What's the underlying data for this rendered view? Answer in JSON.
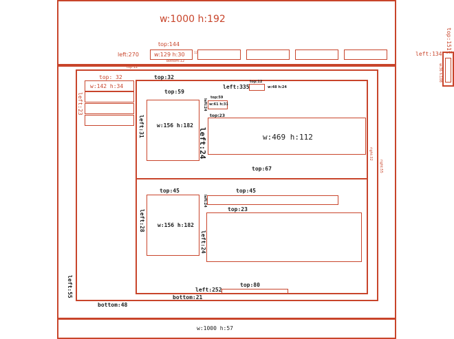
{
  "header": {
    "size": "w:1000     h:192",
    "top": "top:144",
    "left": "left:270",
    "button": "w:129  h:30",
    "bottom": "bottom:12",
    "gap": "12"
  },
  "outer": {
    "top": "top:12",
    "left": "left:55",
    "bottom": "bottom:48",
    "right": "right:55"
  },
  "nav": {
    "top": "top: 32",
    "size": "w:142  h:34",
    "left": "left:23"
  },
  "main": {
    "top": "top:32",
    "bottom": "bottom:21",
    "right": "right:32"
  },
  "card1": {
    "top": "top:59",
    "left": "left:31",
    "image": "w:156 h:182",
    "spacing_left": "left:24",
    "left_335": "left:335",
    "top_12": "top:12",
    "small_badge": "w:48 h:24",
    "tag_top": "top:59",
    "tag_left": "left:24",
    "tag": "w:61 h:31",
    "block_top": "top:23",
    "block": "w:469  h:112",
    "bottom": "top:67"
  },
  "card2": {
    "top": "top:45",
    "left": "left:28",
    "image": "w:156 h:182",
    "bar_top": "top:45",
    "bar_left": "left:24",
    "block_top": "top:23",
    "block_left": "left:24"
  },
  "footer_bar": {
    "left": "left:252",
    "top": "top:80"
  },
  "side": {
    "left": "left:134",
    "top": "top:151",
    "size": "w:36 h:108",
    "small": "w:18"
  },
  "footer": {
    "size": "w:1000 h:57"
  }
}
